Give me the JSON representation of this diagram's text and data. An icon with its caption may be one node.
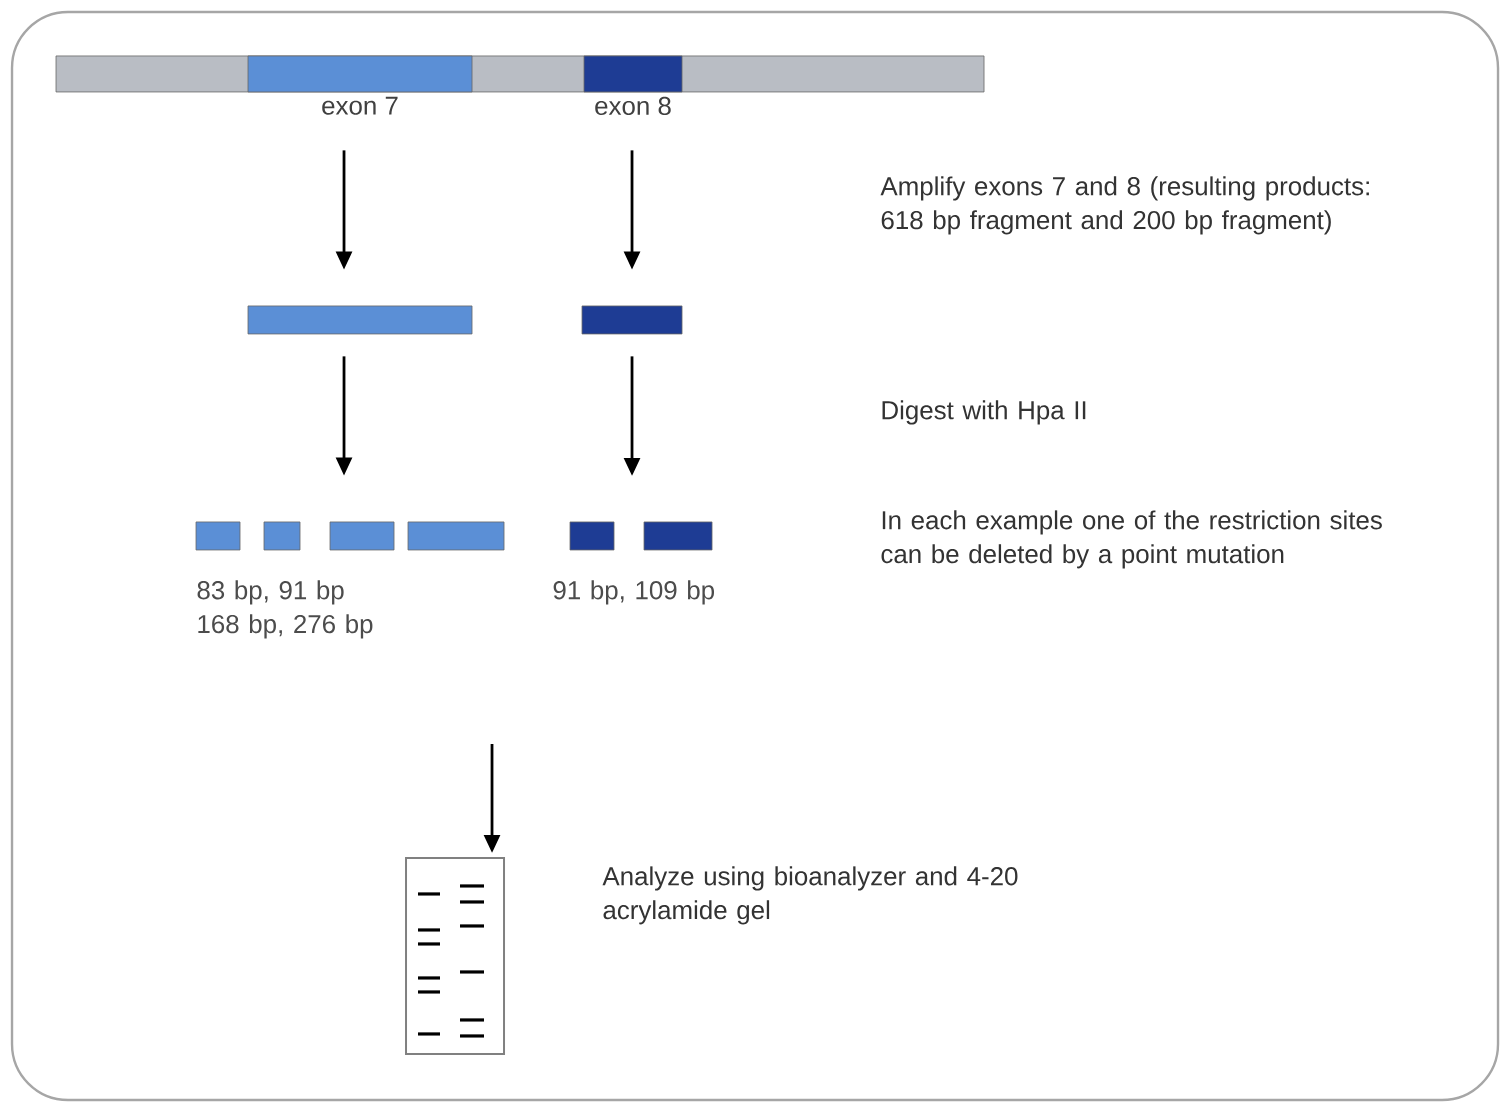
{
  "diagram": {
    "nodes": [
      {
        "text": [],
        "shape": "bar"
      },
      {
        "text": [
          "exon 7"
        ],
        "in": 0
      },
      {
        "text": [
          "exon 8"
        ],
        "in": 0
      },
      {
        "text": [],
        "shape": "bar"
      },
      {
        "text": [],
        "shape": "bar"
      },
      {
        "text": [],
        "shape": "bar"
      },
      {
        "text": [],
        "shape": "bar"
      },
      {
        "text": [],
        "shape": "bar"
      },
      {
        "text": [],
        "shape": "bar"
      },
      {
        "text": [],
        "shape": "bar"
      },
      {
        "text": [],
        "shape": "bar"
      },
      {
        "text": [],
        "shape": "picture"
      }
    ],
    "edges": [
      {
        "from": 1,
        "to": 3,
        "arrow": "to"
      },
      {
        "from": 2,
        "to": 4,
        "arrow": "to"
      },
      {
        "from": 3,
        "to": 7,
        "arrow": "to"
      },
      {
        "from": 4,
        "to": null,
        "arrow": "to"
      },
      {
        "from": null,
        "to": 11,
        "arrow": "to"
      }
    ],
    "labels": [
      "Amplify exons 7 and 8 (resulting products: 618 bp fragment and 200 bp fragment)",
      "Digest with Hpa II",
      "In each example one of the restriction sites can be deleted by a point mutation",
      "83 bp, 91 bp 168 bp, 276 bp",
      "91 bp, 109 bp",
      "Analyze using bioanalyzer and 4-20 acrylamide gel"
    ]
  }
}
